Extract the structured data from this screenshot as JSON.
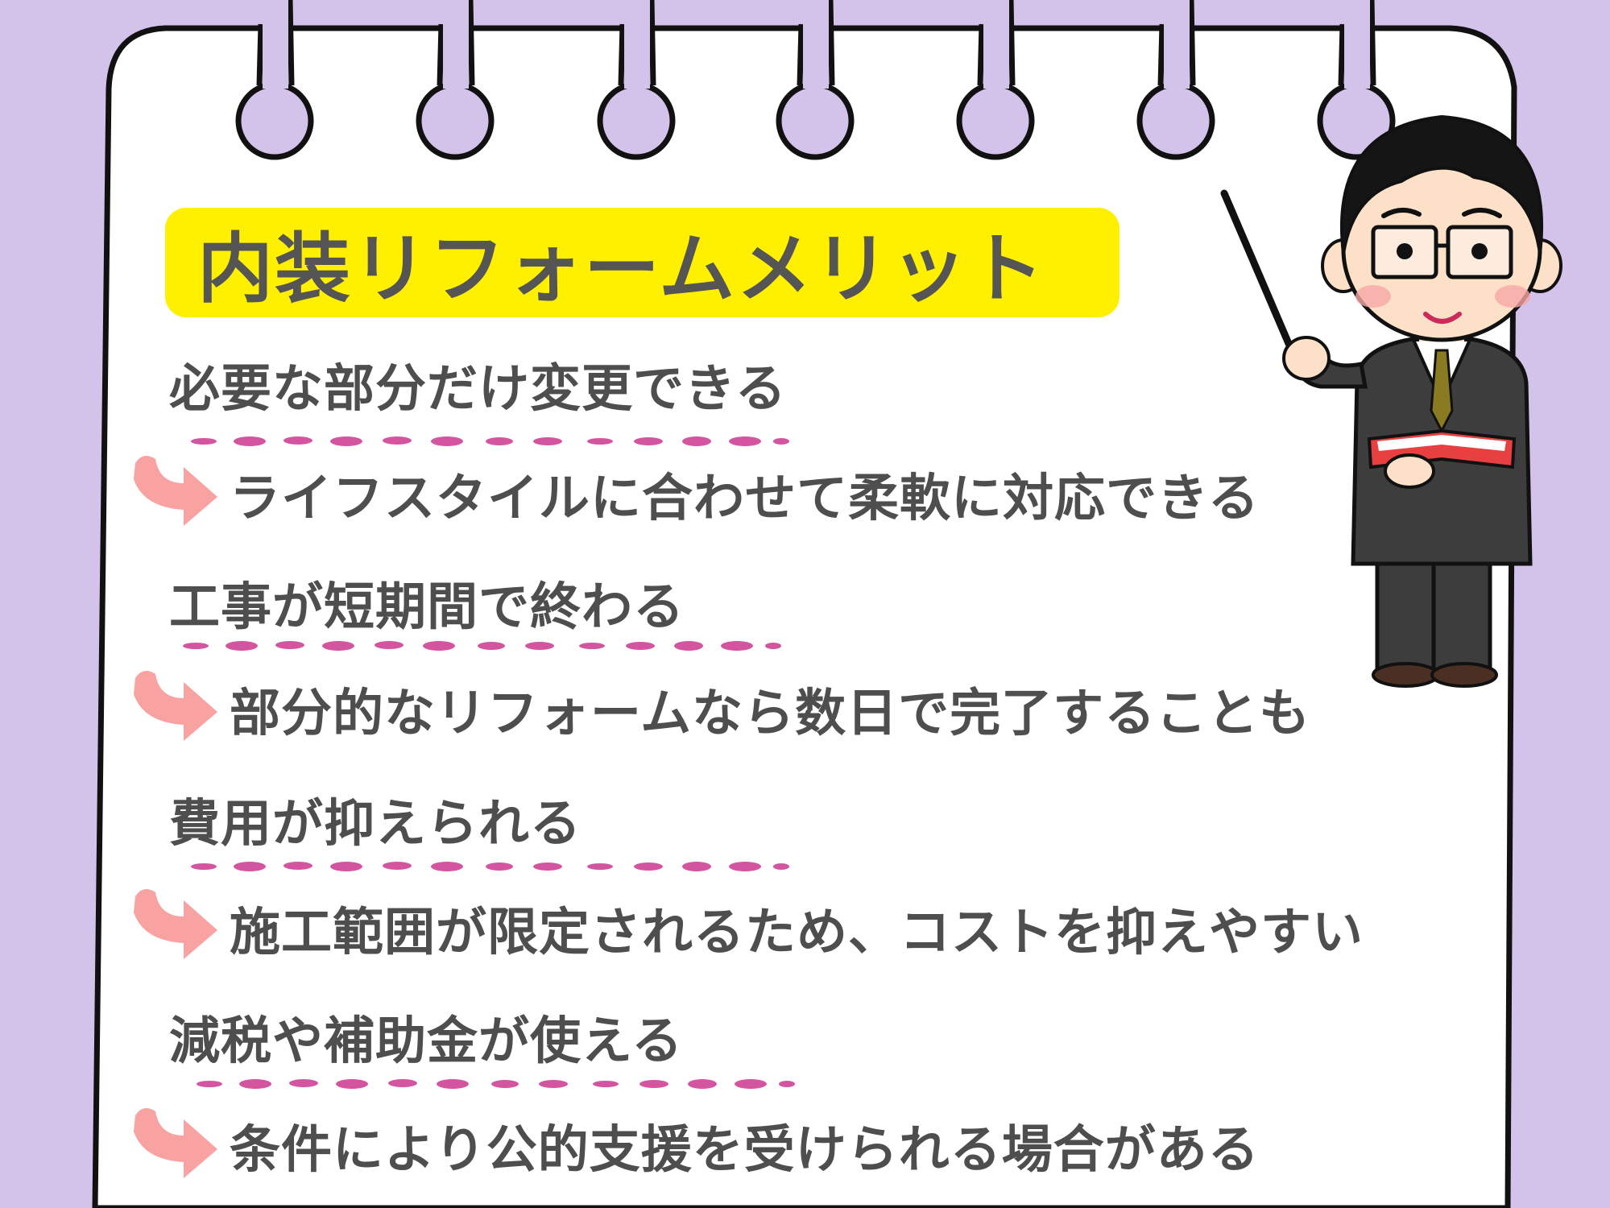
{
  "title": "内装リフォームメリット",
  "merits": [
    {
      "heading": "必要な部分だけ変更できる",
      "detail": "ライフスタイルに合わせて柔軟に対応できる"
    },
    {
      "heading": "工事が短期間で終わる",
      "detail": "部分的なリフォームなら数日で完了することも"
    },
    {
      "heading": "費用が抑えられる",
      "detail": "施工範囲が限定されるため、コストを抑えやすい"
    },
    {
      "heading": "減税や補助金が使える",
      "detail": "条件により公的支援を受けられる場合がある"
    }
  ],
  "colors": {
    "background": "#d3c2ea",
    "paper": "#ffffff",
    "outline": "#111111",
    "title_highlight": "#fff000",
    "text": "#4e4e4e",
    "dash": "#d3549f",
    "arrow": "#f9a2a2",
    "suit": "#3d3d3d",
    "tie": "#8a7b22",
    "book": "#e84040"
  },
  "icons": {
    "arrow": "curved-arrow-icon",
    "ring": "binder-ring-icon",
    "character": "teacher-with-pointer-illustration"
  }
}
